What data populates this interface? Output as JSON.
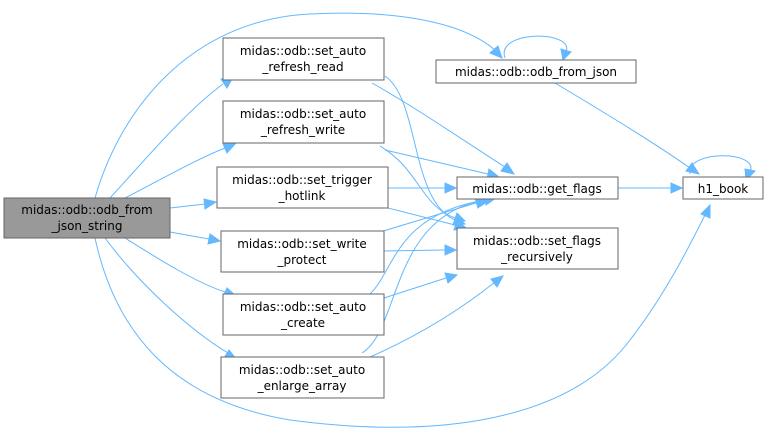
{
  "nodes": {
    "root": [
      "midas::odb::odb_from",
      "_json_string"
    ],
    "set_auto_refresh_read": [
      "midas::odb::set_auto",
      "_refresh_read"
    ],
    "set_auto_refresh_write": [
      "midas::odb::set_auto",
      "_refresh_write"
    ],
    "set_trigger_hotlink": [
      "midas::odb::set_trigger",
      "_hotlink"
    ],
    "set_write_protect": [
      "midas::odb::set_write",
      "_protect"
    ],
    "set_auto_create": [
      "midas::odb::set_auto",
      "_create"
    ],
    "set_auto_enlarge_array": [
      "midas::odb::set_auto",
      "_enlarge_array"
    ],
    "odb_from_json": [
      "midas::odb::odb_from_json"
    ],
    "get_flags": [
      "midas::odb::get_flags"
    ],
    "set_flags_recursively": [
      "midas::odb::set_flags",
      "_recursively"
    ],
    "h1_book": [
      "h1_book"
    ]
  },
  "colors": {
    "edge": "#63b8ff",
    "root_fill": "#999999",
    "node_border": "#666666"
  }
}
